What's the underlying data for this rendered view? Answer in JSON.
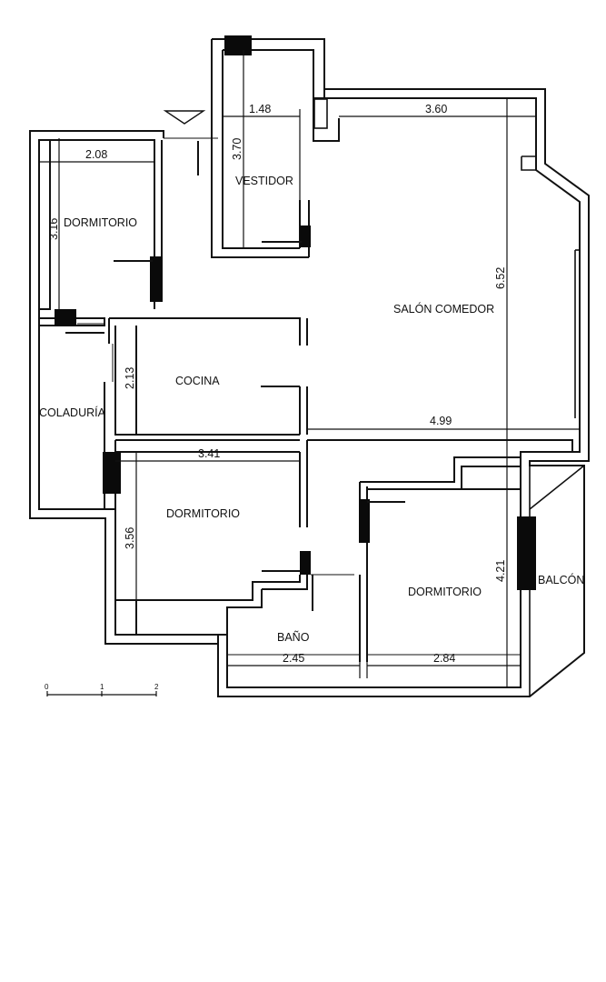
{
  "rooms": {
    "dormitorio_top": "DORMITORIO",
    "vestidor": "VESTIDOR",
    "salon": "SALÓN COMEDOR",
    "cocina": "COCINA",
    "coladuria": "COLADURÍA",
    "dormitorio_mid": "DORMITORIO",
    "dormitorio_right": "DORMITORIO",
    "bano": "BAÑO",
    "balcon": "BALCÓN"
  },
  "dimensions": {
    "dorm_top_width": "2.08",
    "dorm_top_height": "3.16",
    "vestidor_width": "1.48",
    "vestidor_height": "3.70",
    "salon_width": "3.60",
    "salon_height": "6.52",
    "cocina_height": "2.13",
    "salon_lower_width": "4.99",
    "dorm_mid_width": "3.41",
    "dorm_mid_height": "3.56",
    "dorm_right_height": "4.21",
    "bano_width": "2.45",
    "dorm_right_width": "2.84"
  },
  "scale": {
    "labels": [
      "0",
      "1",
      "2"
    ]
  }
}
